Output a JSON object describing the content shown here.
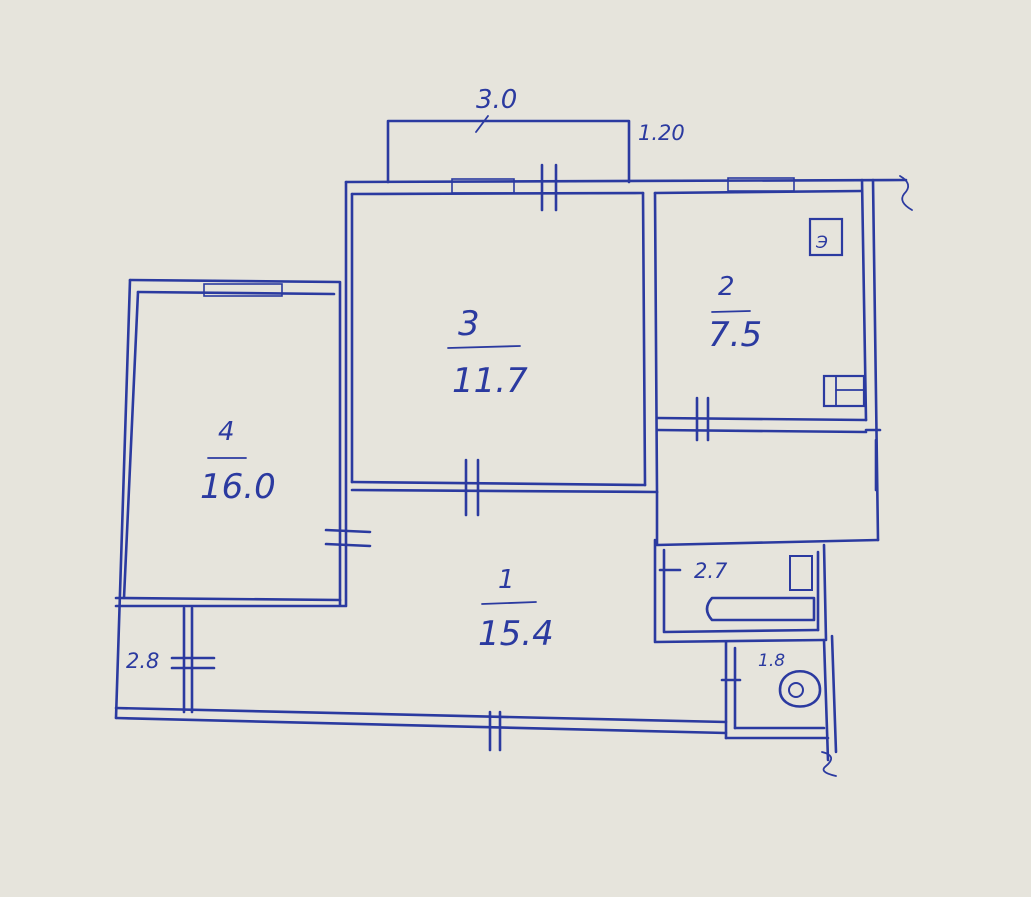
{
  "rooms": [
    {
      "number": "1",
      "area": "15.4"
    },
    {
      "number": "2",
      "area": "7.5"
    },
    {
      "number": "3",
      "area": "11.7"
    },
    {
      "number": "4",
      "area": "16.0"
    },
    {
      "number": "",
      "area": "2.7"
    },
    {
      "number": "",
      "area": "1.8"
    },
    {
      "number": "",
      "area": "2.8"
    }
  ],
  "balcony": {
    "length": "3.0"
  },
  "dimensions": {
    "top_right": "1.20"
  },
  "stove_label": "Э"
}
